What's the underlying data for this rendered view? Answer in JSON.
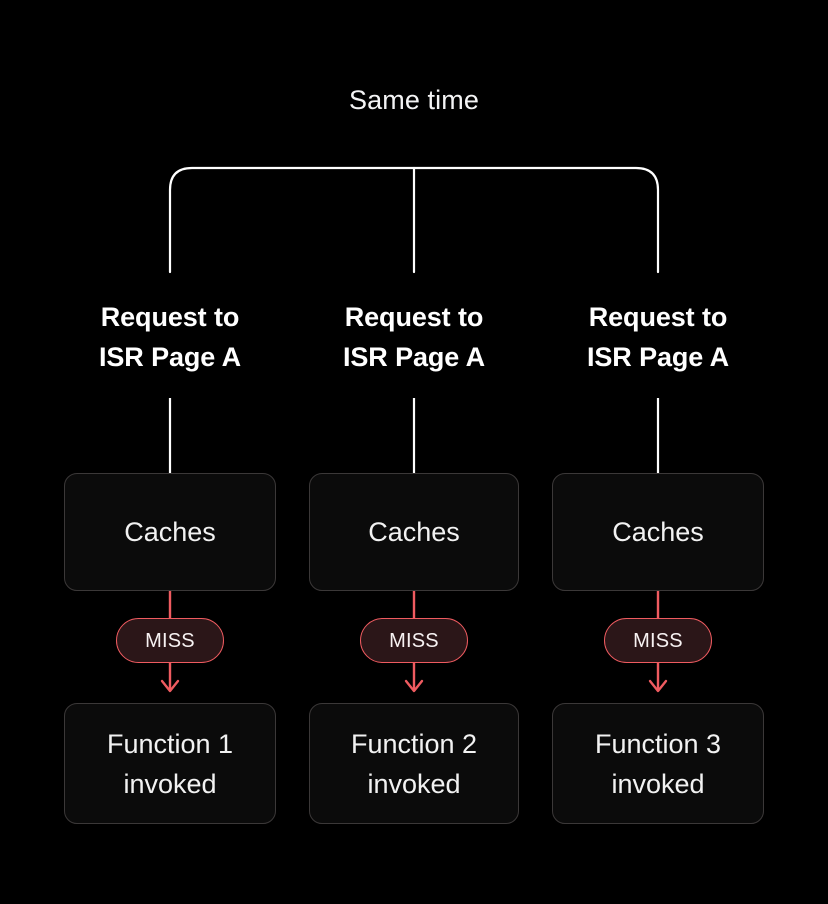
{
  "diagram": {
    "title": "Same time",
    "background_color": "#000000",
    "accent_color": "#ef5b60",
    "line_color": "#ffffff",
    "box_fill_color": "#0b0b0b",
    "box_border_color": "#3b3838",
    "badge_fill_color": "#2b1618",
    "text_color": "#f2f2f2",
    "columns": [
      {
        "id": "column-1",
        "heading_line1": "Request to",
        "heading_line2": "ISR Page A",
        "cache_label": "Caches",
        "badge_label": "MISS",
        "result_line1": "Function 1",
        "result_line2": "invoked"
      },
      {
        "id": "column-2",
        "heading_line1": "Request to",
        "heading_line2": "ISR Page A",
        "cache_label": "Caches",
        "badge_label": "MISS",
        "result_line1": "Function 2",
        "result_line2": "invoked"
      },
      {
        "id": "column-3",
        "heading_line1": "Request to",
        "heading_line2": "ISR Page A",
        "cache_label": "Caches",
        "badge_label": "MISS",
        "result_line1": "Function 3",
        "result_line2": "invoked"
      }
    ]
  }
}
